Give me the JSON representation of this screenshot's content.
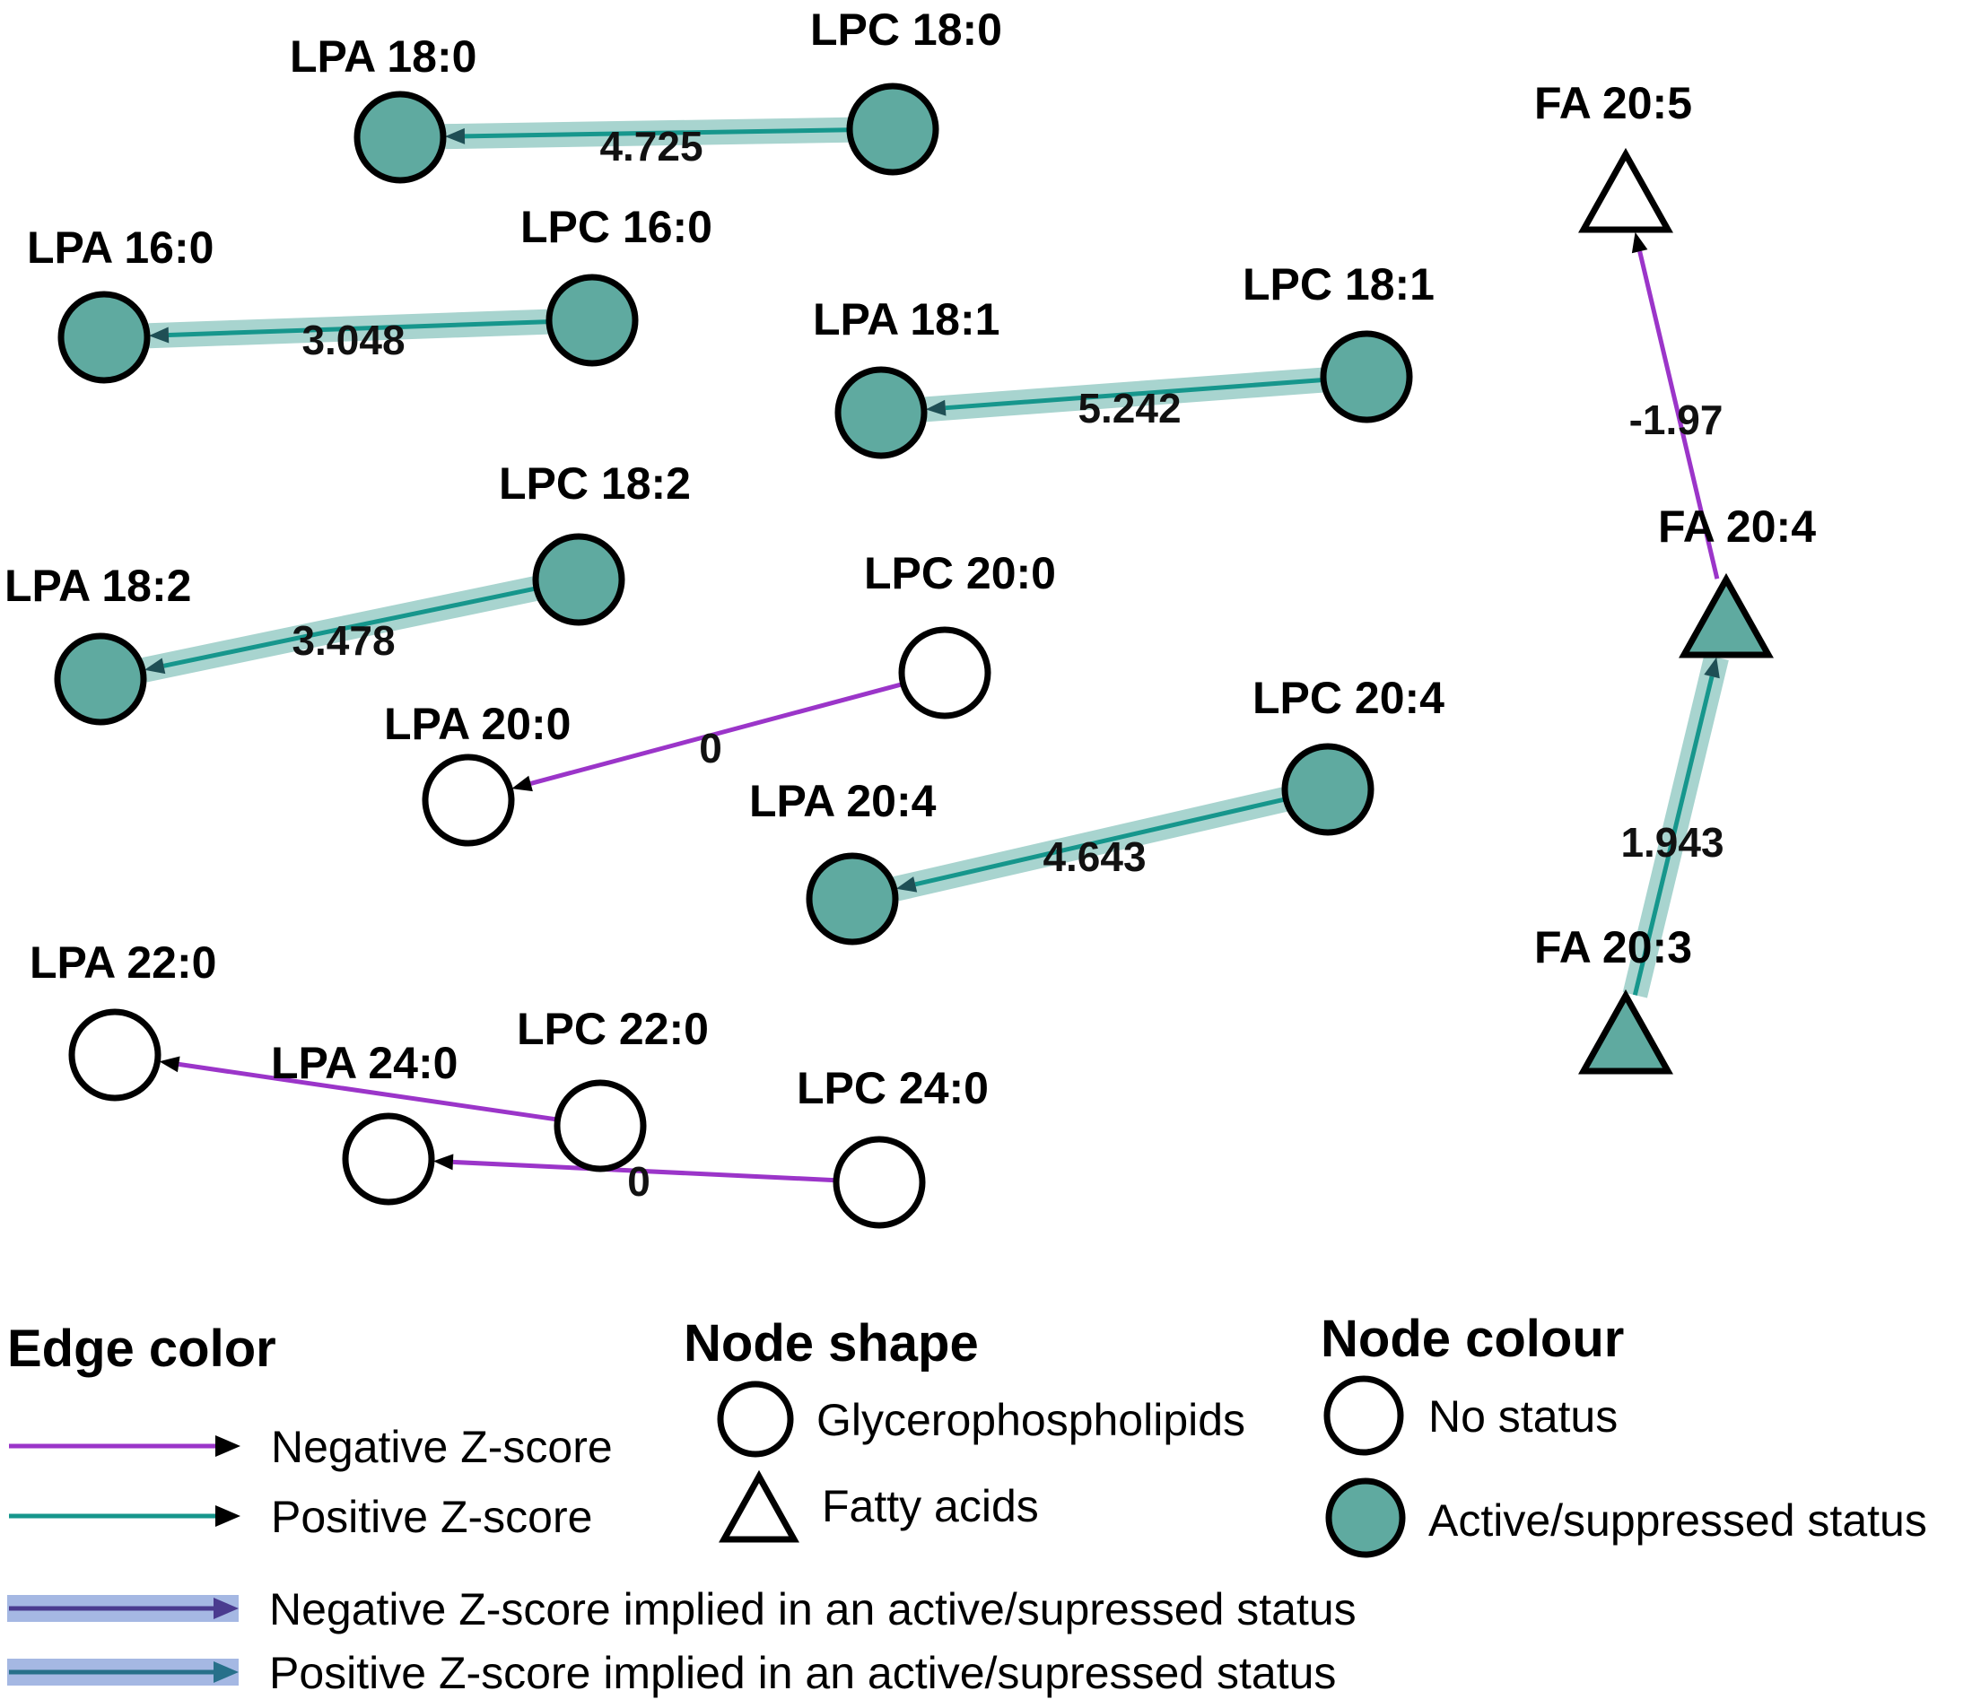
{
  "colors": {
    "negative": "#9B35C9",
    "positive": "#16968C",
    "halo": "#A8D4CF",
    "node_active": "#5FAAA0",
    "node_none": "#FFFFFF",
    "stroke": "#000000",
    "legend_halo": "#A5B8E3",
    "legend_neg_implied": "#4A3B8F",
    "legend_pos_implied": "#27708A"
  },
  "nodes": [
    {
      "id": "LPA 18:0",
      "label": "LPA 18:0",
      "shape": "circle",
      "status": "active"
    },
    {
      "id": "LPC 18:0",
      "label": "LPC 18:0",
      "shape": "circle",
      "status": "active"
    },
    {
      "id": "LPA 16:0",
      "label": "LPA 16:0",
      "shape": "circle",
      "status": "active"
    },
    {
      "id": "LPC 16:0",
      "label": "LPC 16:0",
      "shape": "circle",
      "status": "active"
    },
    {
      "id": "LPA 18:1",
      "label": "LPA 18:1",
      "shape": "circle",
      "status": "active"
    },
    {
      "id": "LPC 18:1",
      "label": "LPC 18:1",
      "shape": "circle",
      "status": "active"
    },
    {
      "id": "LPA 18:2",
      "label": "LPA 18:2",
      "shape": "circle",
      "status": "active"
    },
    {
      "id": "LPC 18:2",
      "label": "LPC 18:2",
      "shape": "circle",
      "status": "active"
    },
    {
      "id": "LPA 20:0",
      "label": "LPA 20:0",
      "shape": "circle",
      "status": "none"
    },
    {
      "id": "LPC 20:0",
      "label": "LPC 20:0",
      "shape": "circle",
      "status": "none"
    },
    {
      "id": "LPA 20:4",
      "label": "LPA 20:4",
      "shape": "circle",
      "status": "active"
    },
    {
      "id": "LPC 20:4",
      "label": "LPC 20:4",
      "shape": "circle",
      "status": "active"
    },
    {
      "id": "LPA 22:0",
      "label": "LPA 22:0",
      "shape": "circle",
      "status": "none"
    },
    {
      "id": "LPC 22:0",
      "label": "LPC 22:0",
      "shape": "circle",
      "status": "none"
    },
    {
      "id": "LPA 24:0",
      "label": "LPA 24:0",
      "shape": "circle",
      "status": "none"
    },
    {
      "id": "LPC 24:0",
      "label": "LPC 24:0",
      "shape": "circle",
      "status": "none"
    },
    {
      "id": "FA 20:5",
      "label": "FA 20:5",
      "shape": "triangle",
      "status": "none"
    },
    {
      "id": "FA 20:4",
      "label": "FA 20:4",
      "shape": "triangle",
      "status": "active"
    },
    {
      "id": "FA 20:3",
      "label": "FA 20:3",
      "shape": "triangle",
      "status": "active"
    }
  ],
  "edges": [
    {
      "from": "LPC 18:0",
      "to": "LPA 18:0",
      "label": "4.725",
      "sign": "positive",
      "implied": true
    },
    {
      "from": "LPC 16:0",
      "to": "LPA 16:0",
      "label": "3.048",
      "sign": "positive",
      "implied": true
    },
    {
      "from": "LPC 18:1",
      "to": "LPA 18:1",
      "label": "5.242",
      "sign": "positive",
      "implied": true
    },
    {
      "from": "LPC 18:2",
      "to": "LPA 18:2",
      "label": "3.478",
      "sign": "positive",
      "implied": true
    },
    {
      "from": "LPC 20:0",
      "to": "LPA 20:0",
      "label": "0",
      "sign": "negative",
      "implied": false
    },
    {
      "from": "LPC 20:4",
      "to": "LPA 20:4",
      "label": "4.643",
      "sign": "positive",
      "implied": true
    },
    {
      "from": "LPC 22:0",
      "to": "LPA 22:0",
      "label": "",
      "sign": "negative",
      "implied": false
    },
    {
      "from": "LPC 24:0",
      "to": "LPA 24:0",
      "label": "0",
      "sign": "negative",
      "implied": false
    },
    {
      "from": "FA 20:4",
      "to": "FA 20:5",
      "label": "-1.97",
      "sign": "negative",
      "implied": false
    },
    {
      "from": "FA 20:3",
      "to": "FA 20:4",
      "label": "1.943",
      "sign": "positive",
      "implied": true
    }
  ],
  "legend": {
    "edge_color": {
      "title": "Edge color",
      "negative": "Negative Z-score",
      "positive": "Positive Z-score",
      "negative_implied": "Negative Z-score implied in an active/supressed status",
      "positive_implied": "Positive Z-score implied in an active/supressed status"
    },
    "node_shape": {
      "title": "Node shape",
      "circle": "Glycerophospholipids",
      "triangle": "Fatty acids"
    },
    "node_colour": {
      "title": "Node colour",
      "none": "No status",
      "active": "Active/suppressed status"
    }
  }
}
